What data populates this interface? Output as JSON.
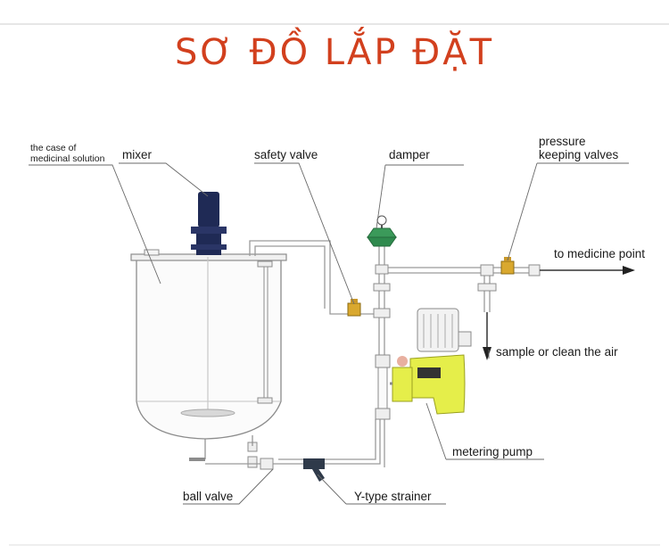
{
  "title": "SƠ ĐỒ LẮP ĐẶT",
  "colors": {
    "title": "#d2401e",
    "pipe": "#9a9a9a",
    "valve": "#d9a82e",
    "pump": "#e5ee4a",
    "damper": "#3b9a5a",
    "motor": "#1f2a55"
  },
  "labels": {
    "case_line1": "the case of",
    "case_line2": "medicinal solution",
    "mixer": "mixer",
    "safety_valve": "safety valve",
    "damper": "damper",
    "pressure_line1": "pressure",
    "pressure_line2": "keeping valves",
    "to_medicine_point": "to medicine point",
    "sample_clean": "sample or clean the air",
    "metering_pump": "metering pump",
    "ball_valve": "ball valve",
    "y_strainer": "Y-type strainer"
  }
}
